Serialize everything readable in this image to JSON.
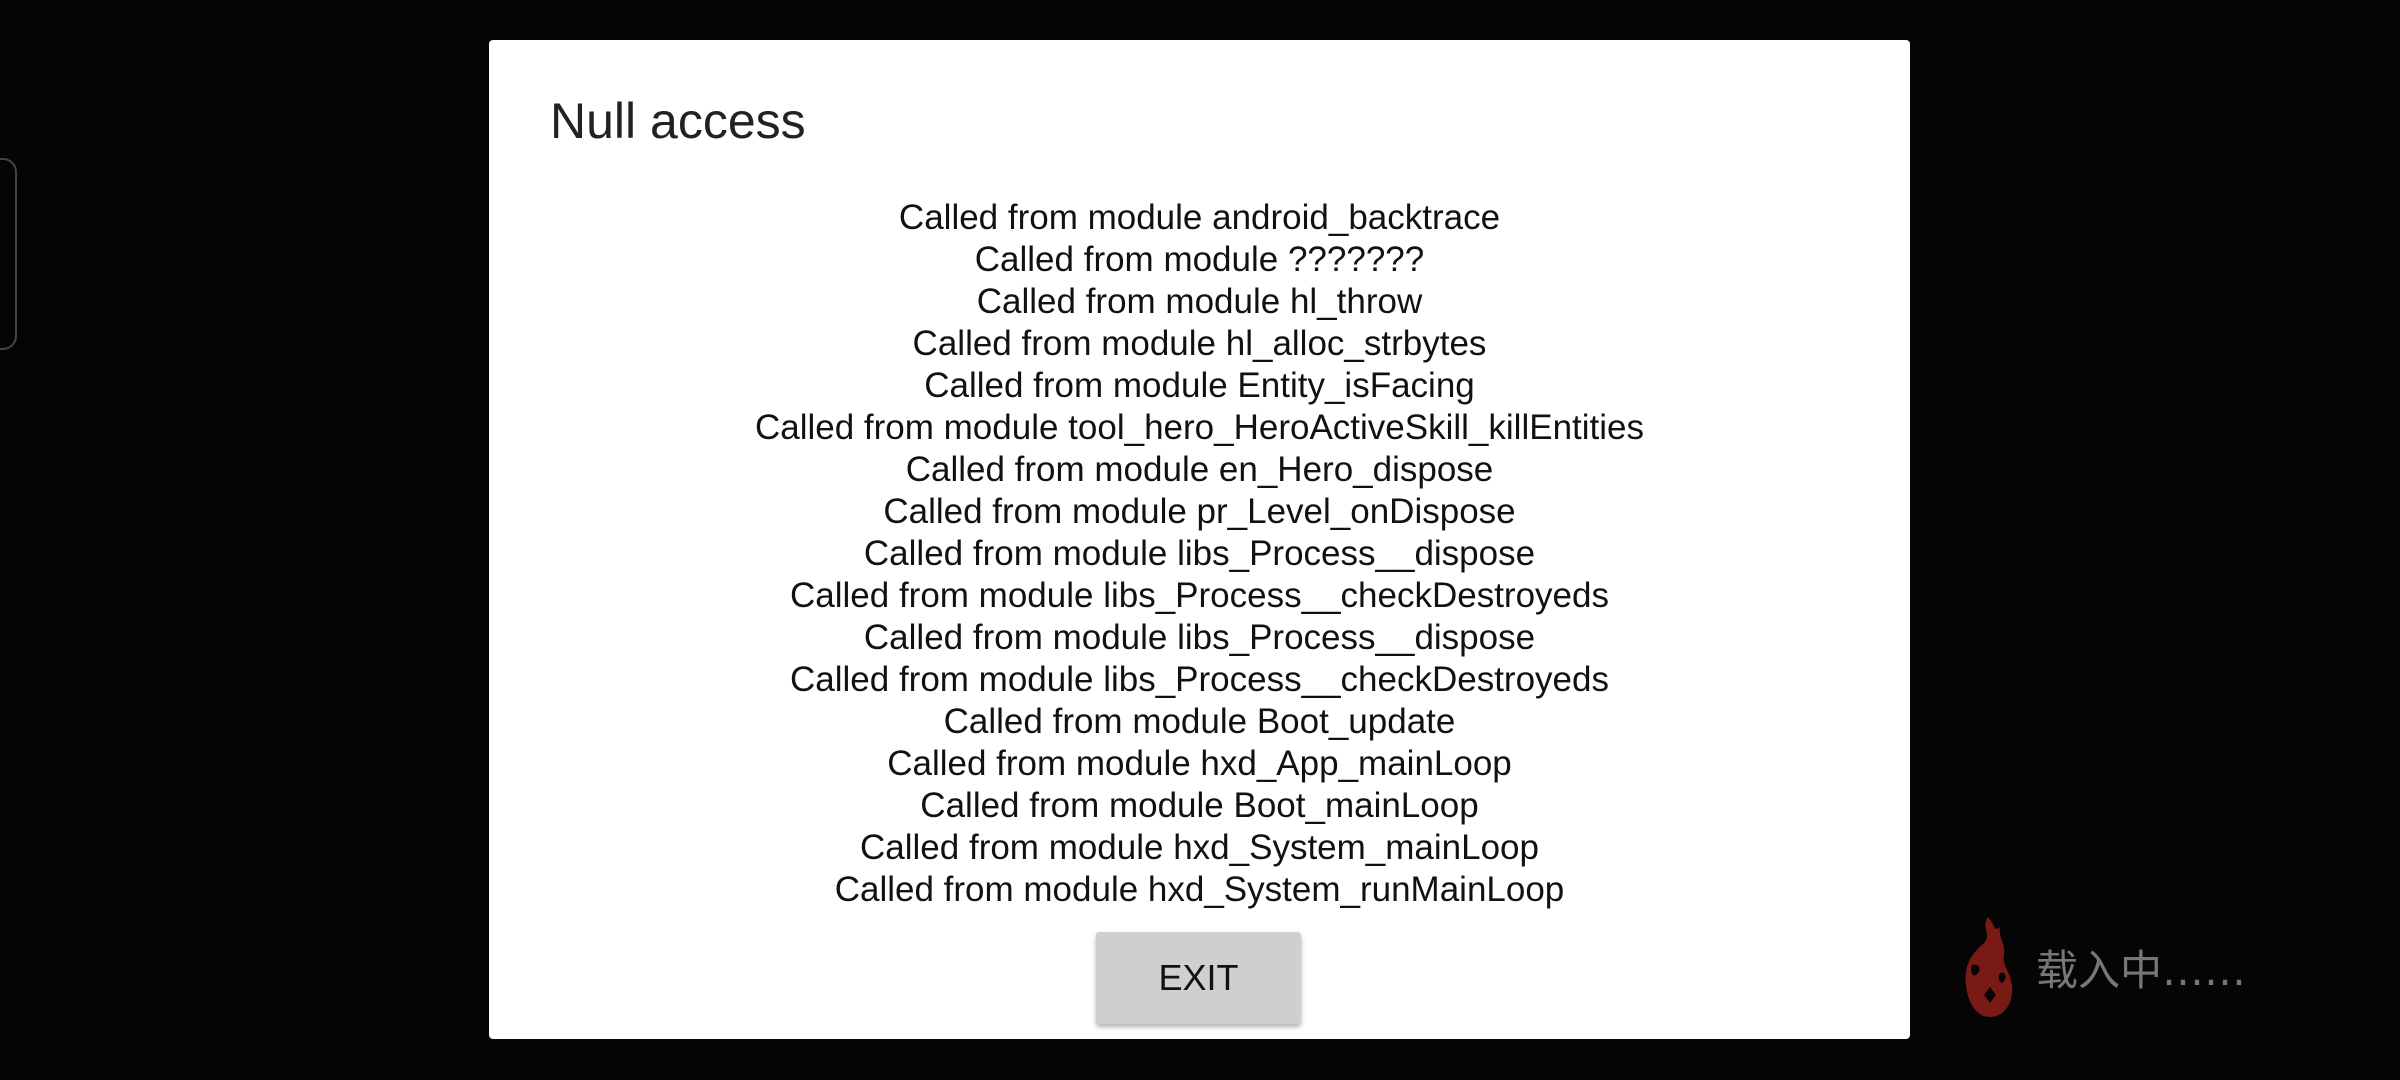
{
  "dialog": {
    "title": "Null access",
    "trace": [
      "Called from module android_backtrace",
      "Called from module ???????",
      "Called from module hl_throw",
      "Called from module hl_alloc_strbytes",
      "Called from module Entity_isFacing",
      "Called from module tool_hero_HeroActiveSkill_killEntities",
      "Called from module en_Hero_dispose",
      "Called from module pr_Level_onDispose",
      "Called from module libs_Process__dispose",
      "Called from module libs_Process__checkDestroyeds",
      "Called from module libs_Process__dispose",
      "Called from module libs_Process__checkDestroyeds",
      "Called from module Boot_update",
      "Called from module hxd_App_mainLoop",
      "Called from module Boot_mainLoop",
      "Called from module hxd_System_mainLoop",
      "Called from module hxd_System_runMainLoop"
    ],
    "exit_label": "EXIT"
  },
  "loading": {
    "text": "载入中……",
    "icon": "flame-icon",
    "icon_color": "#7a1a14"
  }
}
